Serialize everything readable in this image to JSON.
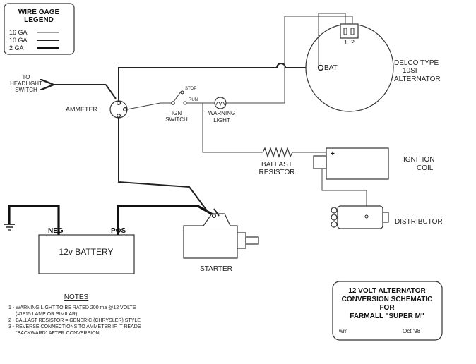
{
  "legend": {
    "title_line1": "WIRE GAGE",
    "title_line2": "LEGEND",
    "rows": [
      "16 GA",
      "10 GA",
      "2 GA"
    ]
  },
  "labels": {
    "to_headlight_1": "TO",
    "to_headlight_2": "HEADLIGHT",
    "to_headlight_3": "SWITCH",
    "ammeter": "AMMETER",
    "ign_switch_1": "IGN",
    "ign_switch_2": "SWITCH",
    "stop": "STOP",
    "run": "RUN",
    "warning_1": "WARNING",
    "warning_2": "LIGHT",
    "bat": "BAT",
    "alt_terminal_1": "1",
    "alt_terminal_2": "2",
    "alternator_1": "DELCO TYPE",
    "alternator_2": "10SI",
    "alternator_3": "ALTERNATOR",
    "ballast_1": "BALLAST",
    "ballast_2": "RESISTOR",
    "coil_plus": "+",
    "ignition_1": "IGNITION",
    "ignition_2": "COIL",
    "distributor": "DISTRIBUTOR",
    "neg": "NEG",
    "pos": "POS",
    "battery": "12v BATTERY",
    "starter": "STARTER"
  },
  "notes": {
    "title": "NOTES",
    "lines": [
      "1 - WARNING LIGHT TO BE RATED 200 ma @12 VOLTS",
      "(#1815 LAMP OR SIMILAR)",
      "2 - BALLAST RESISTOR = GENERIC (CHRYSLER) STYLE",
      "3 - REVERSE CONNECTIONS TO AMMETER IF IT READS",
      "\"BACKWARD\" AFTER CONVERSION"
    ]
  },
  "titleblock": {
    "line1": "12 VOLT ALTERNATOR",
    "line2": "CONVERSION SCHEMATIC",
    "line3": "FOR",
    "line4": "FARMALL \"SUPER M\"",
    "author": "wm",
    "date": "Oct '98"
  }
}
